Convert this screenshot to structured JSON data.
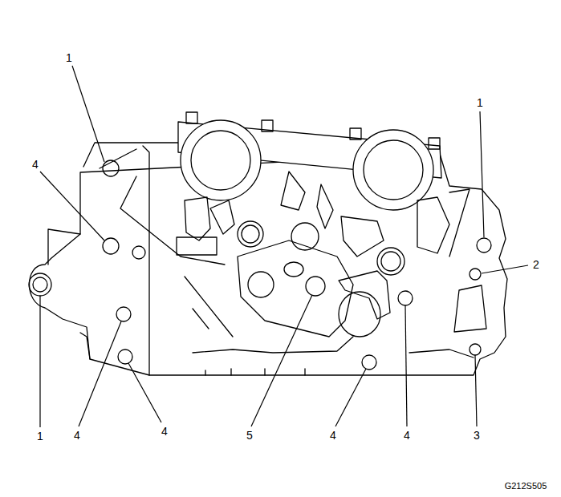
{
  "diagram": {
    "labels": [
      "1",
      "1",
      "4",
      "2",
      "1",
      "4",
      "4",
      "5",
      "4",
      "4",
      "3",
      "G212S505"
    ]
  }
}
